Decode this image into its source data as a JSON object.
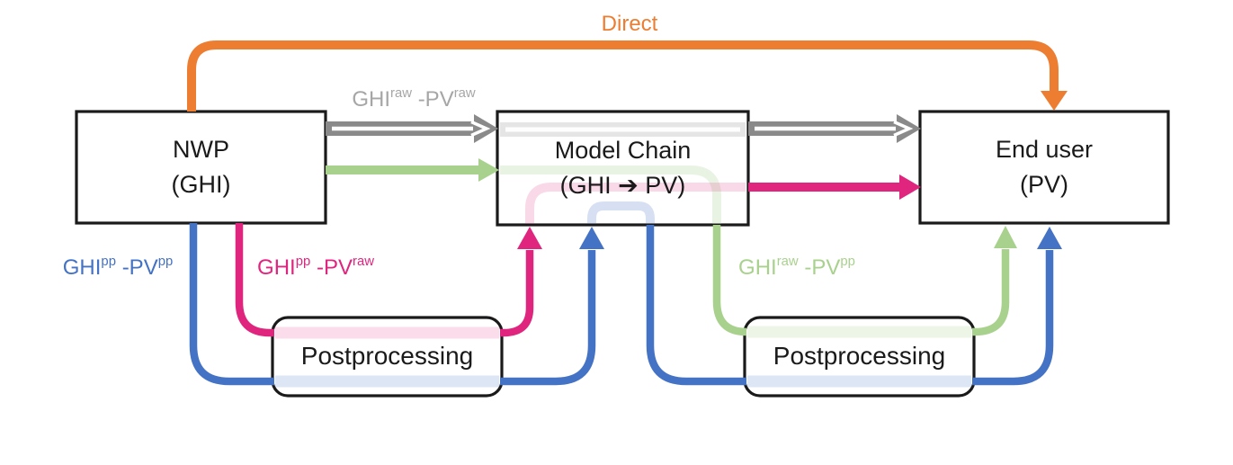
{
  "diagram": {
    "boxes": {
      "nwp": {
        "line1": "NWP",
        "line2": "(GHI)"
      },
      "model_chain": {
        "line1": "Model Chain",
        "line2": "(GHI ➔ PV)"
      },
      "end_user": {
        "line1": "End user",
        "line2": "(PV)"
      },
      "postprocessing_left": {
        "label": "Postprocessing"
      },
      "postprocessing_right": {
        "label": "Postprocessing"
      }
    },
    "flow_labels": {
      "direct": {
        "text": "Direct"
      },
      "raw_raw": {
        "base1": "GHI",
        "sup1": "raw",
        "base2": "-PV",
        "sup2": "raw"
      },
      "pp_pp": {
        "base1": "GHI",
        "sup1": "pp",
        "base2": "-PV",
        "sup2": "pp"
      },
      "pp_raw": {
        "base1": "GHI",
        "sup1": "pp",
        "base2": "-PV",
        "sup2": "raw"
      },
      "raw_pp": {
        "base1": "GHI",
        "sup1": "raw",
        "base2": "-PV",
        "sup2": "pp"
      }
    },
    "colors": {
      "orange": "#ED7D31",
      "gray": "#8A8A8A",
      "gray_label": "#A6A6A6",
      "green": "#A9D18E",
      "blue": "#4472C4",
      "pink": "#E0257F",
      "black": "#1A1A1A",
      "white": "#FFFFFF"
    }
  }
}
